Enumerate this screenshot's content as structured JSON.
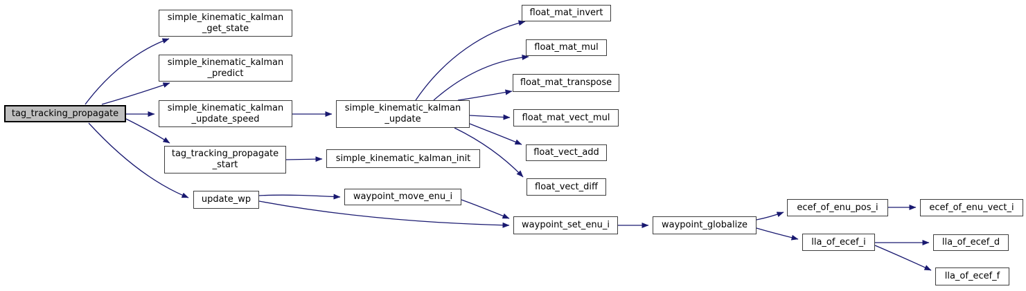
{
  "diagram": {
    "kind": "doxygen-call-graph",
    "root_function": "tag_tracking_propagate",
    "colors": {
      "edge": "#191970",
      "node_border": "#3c3c3c",
      "node_fill": "#ffffff",
      "root_fill": "#bfbfbf",
      "root_border": "#000000",
      "text": "#000000",
      "background": "#ffffff"
    },
    "nodes": [
      {
        "id": "tag_tracking_propagate",
        "label": "tag_tracking_propagate",
        "root": true
      },
      {
        "id": "simple_kinematic_kalman_get_state",
        "label": "simple_kinematic_kalman\n_get_state"
      },
      {
        "id": "simple_kinematic_kalman_predict",
        "label": "simple_kinematic_kalman\n_predict"
      },
      {
        "id": "simple_kinematic_kalman_update_speed",
        "label": "simple_kinematic_kalman\n_update_speed"
      },
      {
        "id": "tag_tracking_propagate_start",
        "label": "tag_tracking_propagate\n_start"
      },
      {
        "id": "update_wp",
        "label": "update_wp"
      },
      {
        "id": "simple_kinematic_kalman_update",
        "label": "simple_kinematic_kalman\n_update"
      },
      {
        "id": "simple_kinematic_kalman_init",
        "label": "simple_kinematic_kalman_init"
      },
      {
        "id": "waypoint_move_enu_i",
        "label": "waypoint_move_enu_i"
      },
      {
        "id": "float_mat_invert",
        "label": "float_mat_invert"
      },
      {
        "id": "float_mat_mul",
        "label": "float_mat_mul"
      },
      {
        "id": "float_mat_transpose",
        "label": "float_mat_transpose"
      },
      {
        "id": "float_mat_vect_mul",
        "label": "float_mat_vect_mul"
      },
      {
        "id": "float_vect_add",
        "label": "float_vect_add"
      },
      {
        "id": "float_vect_diff",
        "label": "float_vect_diff"
      },
      {
        "id": "waypoint_set_enu_i",
        "label": "waypoint_set_enu_i"
      },
      {
        "id": "waypoint_globalize",
        "label": "waypoint_globalize"
      },
      {
        "id": "ecef_of_enu_pos_i",
        "label": "ecef_of_enu_pos_i"
      },
      {
        "id": "ecef_of_enu_vect_i",
        "label": "ecef_of_enu_vect_i"
      },
      {
        "id": "lla_of_ecef_i",
        "label": "lla_of_ecef_i"
      },
      {
        "id": "lla_of_ecef_d",
        "label": "lla_of_ecef_d"
      },
      {
        "id": "lla_of_ecef_f",
        "label": "lla_of_ecef_f"
      }
    ],
    "edges": [
      {
        "from": "tag_tracking_propagate",
        "to": "simple_kinematic_kalman_get_state"
      },
      {
        "from": "tag_tracking_propagate",
        "to": "simple_kinematic_kalman_predict"
      },
      {
        "from": "tag_tracking_propagate",
        "to": "simple_kinematic_kalman_update_speed"
      },
      {
        "from": "tag_tracking_propagate",
        "to": "tag_tracking_propagate_start"
      },
      {
        "from": "tag_tracking_propagate",
        "to": "update_wp"
      },
      {
        "from": "simple_kinematic_kalman_update_speed",
        "to": "simple_kinematic_kalman_update"
      },
      {
        "from": "simple_kinematic_kalman_update",
        "to": "float_mat_invert"
      },
      {
        "from": "simple_kinematic_kalman_update",
        "to": "float_mat_mul"
      },
      {
        "from": "simple_kinematic_kalman_update",
        "to": "float_mat_transpose"
      },
      {
        "from": "simple_kinematic_kalman_update",
        "to": "float_mat_vect_mul"
      },
      {
        "from": "simple_kinematic_kalman_update",
        "to": "float_vect_add"
      },
      {
        "from": "simple_kinematic_kalman_update",
        "to": "float_vect_diff"
      },
      {
        "from": "tag_tracking_propagate_start",
        "to": "simple_kinematic_kalman_init"
      },
      {
        "from": "update_wp",
        "to": "waypoint_move_enu_i"
      },
      {
        "from": "update_wp",
        "to": "waypoint_set_enu_i"
      },
      {
        "from": "waypoint_move_enu_i",
        "to": "waypoint_set_enu_i"
      },
      {
        "from": "waypoint_set_enu_i",
        "to": "waypoint_globalize"
      },
      {
        "from": "waypoint_globalize",
        "to": "ecef_of_enu_pos_i"
      },
      {
        "from": "waypoint_globalize",
        "to": "lla_of_ecef_i"
      },
      {
        "from": "ecef_of_enu_pos_i",
        "to": "ecef_of_enu_vect_i"
      },
      {
        "from": "lla_of_ecef_i",
        "to": "lla_of_ecef_d"
      },
      {
        "from": "lla_of_ecef_i",
        "to": "lla_of_ecef_f"
      }
    ]
  }
}
